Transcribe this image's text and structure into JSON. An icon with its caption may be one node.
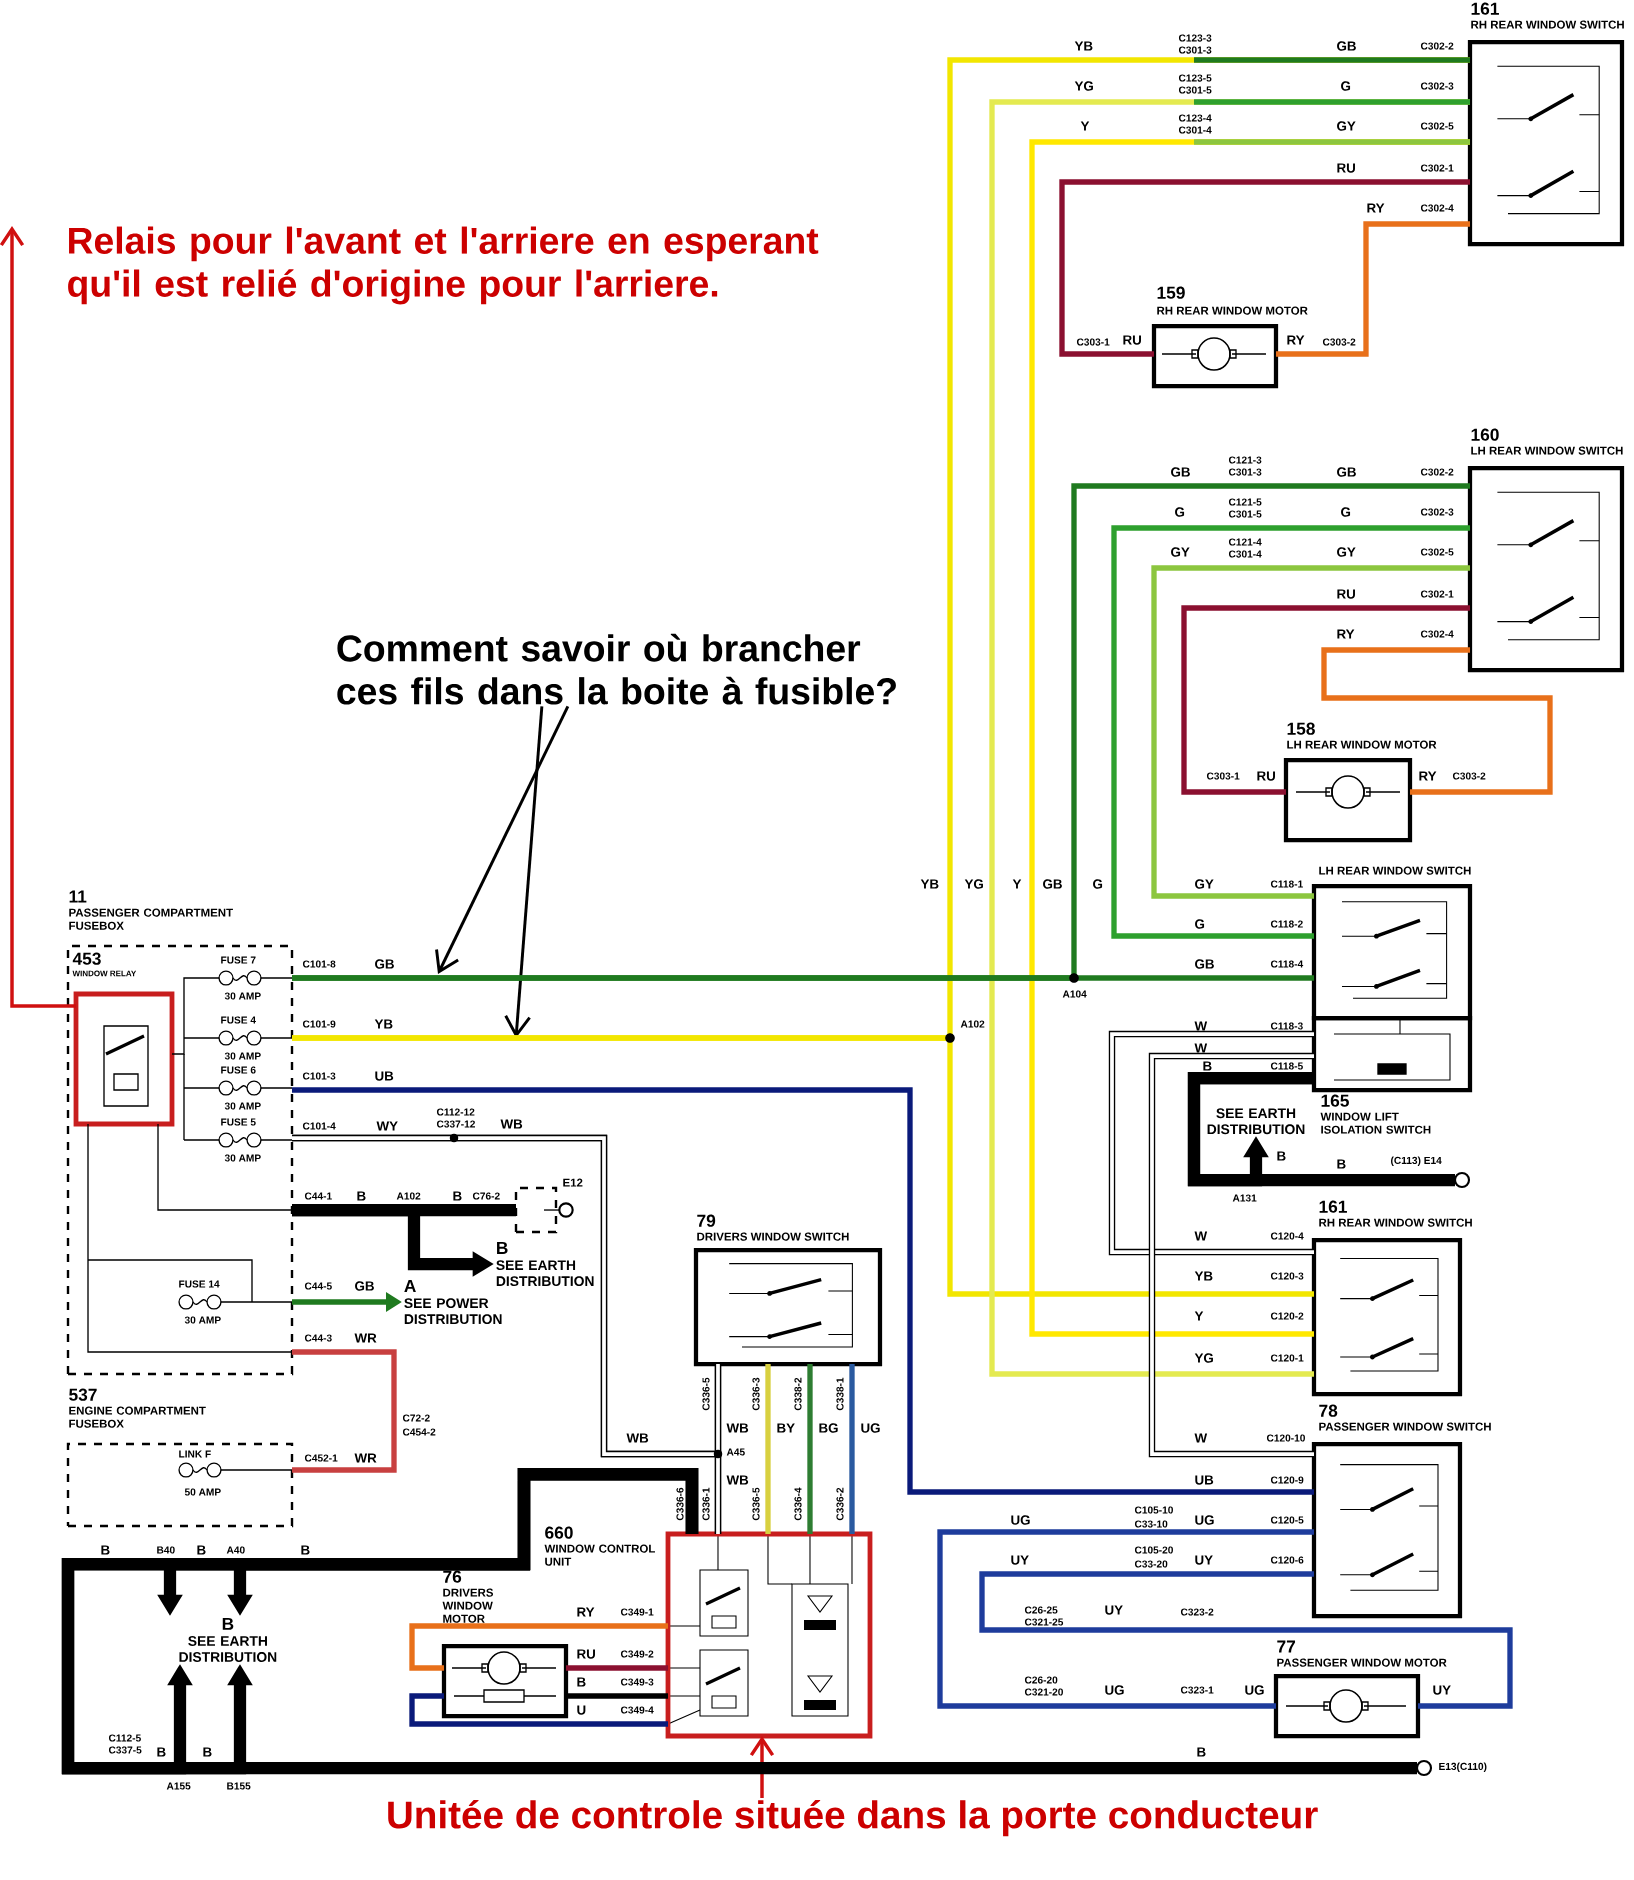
{
  "diagram": {
    "nodes": [
      {
        "text": [
          "Comment savoir où brancher ces fils dans la boite à fusible?"
        ]
      },
      {
        "text": [
          "161",
          "RH REAR WINDOW SWITCH"
        ]
      },
      {
        "text": [
          "159",
          "RH REAR WINDOW MOTOR"
        ]
      },
      {
        "text": [
          "160",
          "LH REAR WINDOW SWITCH"
        ]
      },
      {
        "text": [
          "158",
          "LH REAR WINDOW MOTOR"
        ]
      },
      {
        "text": [
          "LH REAR WINDOW SWITCH"
        ]
      },
      {
        "text": [
          "165",
          "WINDOW LIFT ISOLATION SWITCH"
        ]
      },
      {
        "text": [
          "SEE EARTH DISTRIBUTION"
        ]
      },
      {
        "text": [
          "161",
          "RH REAR WINDOW SWITCH"
        ]
      },
      {
        "text": [
          "78",
          "PASSENGER WINDOW SWITCH"
        ]
      },
      {
        "text": [
          "77",
          "PASSENGER WINDOW MOTOR"
        ]
      },
      {
        "text": [
          "11",
          "PASSENGER COMPARTMENT FUSEBOX"
        ]
      },
      {
        "text": [
          "453",
          "WINDOW RELAY"
        ],
        "in": 11
      },
      {
        "text": [
          "E12"
        ]
      },
      {
        "text": [
          "B",
          "SEE EARTH DISTRIBUTION"
        ]
      },
      {
        "text": [
          "A",
          "SEE POWER DISTRIBUTION"
        ]
      },
      {
        "text": [
          "537",
          "ENGINE COMPARTMENT FUSEBOX"
        ]
      },
      {
        "text": [
          "79",
          "DRIVERS WINDOW SWITCH"
        ]
      },
      {
        "text": [
          "660",
          "WINDOW CONTROL UNIT"
        ]
      },
      {
        "text": [
          "76",
          "DRIVERS WINDOW MOTOR"
        ]
      },
      {
        "text": [
          "B",
          "SEE EARTH DISTRIBUTION"
        ]
      },
      {
        "text": [
          "Unitée de controle située dans la porte conducteur"
        ]
      },
      {
        "text": [
          "(C113) E14"
        ]
      },
      {
        "text": [
          "E13(C110)"
        ]
      }
    ],
    "edges": [
      {
        "from": 12,
        "to": null,
        "arrow": "to",
        "color": "#d01010"
      },
      {
        "from": 0,
        "to": null,
        "arrow": "to"
      },
      {
        "from": 0,
        "to": null,
        "arrow": "to"
      },
      {
        "from": 21,
        "to": 18,
        "arrow": "to",
        "color": "#d01010"
      },
      {
        "from": 1,
        "to": 2,
        "arrow": "none",
        "color": "#8b1030"
      },
      {
        "from": 1,
        "to": 2,
        "arrow": "none",
        "color": "#e8701a"
      },
      {
        "from": 3,
        "to": 4,
        "arrow": "none",
        "color": "#8b1030"
      },
      {
        "from": 3,
        "to": 4,
        "arrow": "none",
        "color": "#e8701a"
      },
      {
        "from": 11,
        "to": 1,
        "arrow": "none",
        "color": "#f2e600"
      },
      {
        "from": 11,
        "to": 8,
        "arrow": "none",
        "color": "#f2e600"
      },
      {
        "from": 8,
        "to": 1,
        "arrow": "none",
        "color": "#e4ea50"
      },
      {
        "from": 8,
        "to": 1,
        "arrow": "none",
        "color": "#ffe800"
      },
      {
        "from": 11,
        "to": 3,
        "arrow": "none",
        "color": "#1f7a1f"
      },
      {
        "from": 11,
        "to": 5,
        "arrow": "none",
        "color": "#1f7a1f"
      },
      {
        "from": 3,
        "to": 5,
        "arrow": "none",
        "color": "#2ea02e"
      },
      {
        "from": 3,
        "to": 5,
        "arrow": "none",
        "color": "#8cc63f"
      },
      {
        "from": 6,
        "to": 8,
        "arrow": "none",
        "color": "#000000"
      },
      {
        "from": 6,
        "to": 9,
        "arrow": "none",
        "color": "#000000"
      },
      {
        "from": 6,
        "to": 7,
        "arrow": "to",
        "style": "thick",
        "color": "#000000"
      },
      {
        "from": 6,
        "to": 22,
        "arrow": "none",
        "style": "thick",
        "color": "#000000"
      },
      {
        "from": 11,
        "to": 9,
        "arrow": "none",
        "color": "#0a1a7a"
      },
      {
        "from": 9,
        "to": 10,
        "arrow": "none",
        "color": "#1e3c9c"
      },
      {
        "from": 9,
        "to": 10,
        "arrow": "none",
        "color": "#1e3c9c"
      },
      {
        "from": 11,
        "to": 17,
        "arrow": "none",
        "color": "#000000"
      },
      {
        "from": 11,
        "to": 18,
        "arrow": "none",
        "color": "#000000"
      },
      {
        "from": 17,
        "to": 18,
        "arrow": "none",
        "color": "#000000"
      },
      {
        "from": 17,
        "to": 18,
        "arrow": "none",
        "color": "#d8d040"
      },
      {
        "from": 17,
        "to": 18,
        "arrow": "none",
        "color": "#2e7d32"
      },
      {
        "from": 17,
        "to": 18,
        "arrow": "none",
        "color": "#2a5aa0"
      },
      {
        "from": 11,
        "to": 16,
        "arrow": "none",
        "color": "#c84040"
      },
      {
        "from": 11,
        "to": 13,
        "arrow": "none",
        "style": "thick",
        "color": "#000000"
      },
      {
        "from": 11,
        "to": 14,
        "arrow": "to",
        "style": "thick",
        "color": "#000000"
      },
      {
        "from": 11,
        "to": 15,
        "arrow": "to",
        "color": "#1f7a1f"
      },
      {
        "from": 18,
        "to": 19,
        "arrow": "none",
        "color": "#e8701a"
      },
      {
        "from": 18,
        "to": 19,
        "arrow": "none",
        "color": "#8b1030"
      },
      {
        "from": 18,
        "to": 19,
        "arrow": "none",
        "color": "#000000"
      },
      {
        "from": 18,
        "to": 19,
        "arrow": "none",
        "color": "#0a1a7a"
      },
      {
        "from": 18,
        "to": 20,
        "arrow": "to",
        "style": "thick",
        "color": "#000000"
      },
      {
        "from": 18,
        "to": 20,
        "arrow": "to",
        "style": "thick",
        "color": "#000000"
      },
      {
        "from": 18,
        "to": 20,
        "arrow": "to",
        "style": "thick",
        "color": "#000000"
      },
      {
        "from": 18,
        "to": 20,
        "arrow": "to",
        "style": "thick",
        "color": "#000000"
      },
      {
        "from": 18,
        "to": 23,
        "arrow": "none",
        "style": "thick",
        "color": "#000000"
      },
      {
        "from": 12,
        "to": 11,
        "arrow": "none"
      },
      {
        "from": 12,
        "to": 11,
        "arrow": "none"
      },
      {
        "from": 12,
        "to": 11,
        "arrow": "none"
      }
    ],
    "labels": [
      "Relais pour l'avant et l'arriere en esperant qu'il est relié d'origine pour l'arriere.",
      "YB",
      "C123-3",
      "C301-3",
      "GB",
      "C302-2",
      "YG",
      "C123-5",
      "C301-5",
      "G",
      "C302-3",
      "Y",
      "C123-4",
      "C301-4",
      "GY",
      "C302-5",
      "RU",
      "C302-1",
      "RY",
      "C302-4",
      "C303-1",
      "RU",
      "RY",
      "C303-2",
      "GB",
      "C121-3",
      "C301-3",
      "GB",
      "C302-2",
      "G",
      "C121-5",
      "C301-5",
      "G",
      "C302-3",
      "GY",
      "C121-4",
      "C301-4",
      "GY",
      "C302-5",
      "RU",
      "C302-1",
      "RY",
      "C302-4",
      "C303-1",
      "RU",
      "RY",
      "C303-2",
      "YB",
      "YG",
      "Y",
      "GB",
      "G",
      "GY",
      "C118-1",
      "G",
      "C118-2",
      "GB",
      "C118-4",
      "A104",
      "A102",
      "W",
      "C118-3",
      "W",
      "B",
      "C118-5",
      "B",
      "B",
      "A131",
      "W",
      "C120-4",
      "YB",
      "C120-3",
      "Y",
      "C120-2",
      "YG",
      "C120-1",
      "W",
      "C120-10",
      "UB",
      "C120-9",
      "UG",
      "C105-10",
      "C33-10",
      "UG",
      "C120-5",
      "UY",
      "C105-20",
      "C33-20",
      "UY",
      "C120-6",
      "C26-25",
      "C321-25",
      "UY",
      "C323-2",
      "C26-20",
      "C321-20",
      "UG",
      "C323-1",
      "UG",
      "UY",
      "B",
      "FUSE 7",
      "30 AMP",
      "FUSE 4",
      "30 AMP",
      "FUSE 6",
      "30 AMP",
      "FUSE 5",
      "30 AMP",
      "C101-8",
      "GB",
      "C101-9",
      "YB",
      "C101-3",
      "UB",
      "C101-4",
      "WY",
      "C112-12",
      "C337-12",
      "WB",
      "C44-1",
      "B",
      "A102",
      "B",
      "C76-2",
      "FUSE 14",
      "30 AMP",
      "C44-5",
      "GB",
      "C44-3",
      "WR",
      "C72-2",
      "C454-2",
      "LINK F",
      "C452-1",
      "WR",
      "50 AMP",
      "WB",
      "C336-5",
      "C336-3",
      "C338-2",
      "C338-1",
      "WB",
      "BY",
      "BG",
      "UG",
      "A45",
      "WB",
      "C336-6",
      "C336-1",
      "C336-5",
      "C336-4",
      "C336-2",
      "RY",
      "C349-1",
      "RU",
      "C349-2",
      "B",
      "C349-3",
      "U",
      "C349-4",
      "B",
      "B40",
      "B",
      "A40",
      "B",
      "C112-5",
      "C337-5",
      "B",
      "B",
      "A155",
      "B155"
    ]
  }
}
